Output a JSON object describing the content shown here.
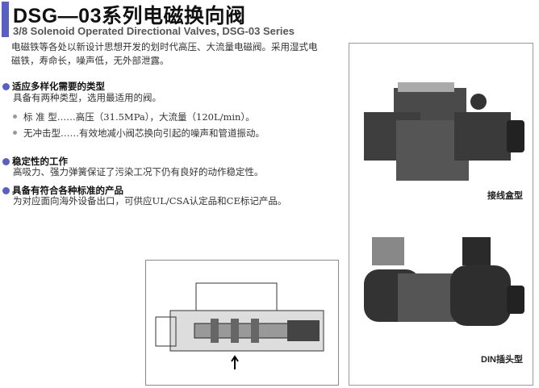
{
  "header": {
    "title": "DSG—03系列电磁换向阀",
    "subtitle": "3/8 Solenoid Operated Directional Valves, DSG-03 Series"
  },
  "intro": [
    "电磁铁等各处以新设计思想开发的划时代高压、大流量电磁阀。采用湿式电",
    "磁铁，寿命长，噪声低，无外部泄露。"
  ],
  "features": [
    {
      "heading": "适应多样化需要的类型",
      "text": "具备有两种类型，选用最适用的阀。",
      "items": [
        "标 准 型……高压（31.5MPa），大流量（120L/min）。",
        "无冲击型……有效地减小阀芯换向引起的噪声和管道振动。"
      ]
    },
    {
      "heading": "稳定性的工作",
      "text": "高吸力、强力弹簧保证了污染工况下仍有良好的动作稳定性。"
    },
    {
      "heading": "具备有符合各种标准的产品",
      "text": "为对应面向海外设备出口，可供应UL/CSA认定品和CE标记产品。"
    }
  ],
  "photos": {
    "caption_top": "接线盒型",
    "caption_bottom": "DIN插头型"
  },
  "colors": {
    "accent": "#5a60c0"
  }
}
